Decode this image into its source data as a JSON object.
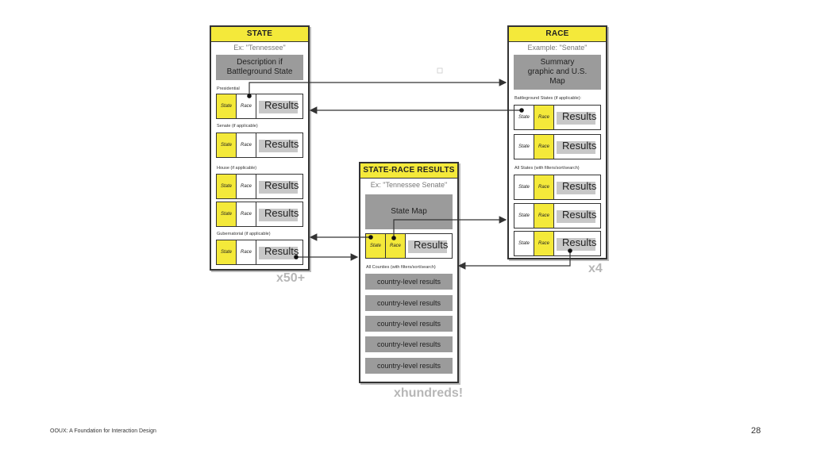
{
  "state_card": {
    "title": "STATE",
    "example": "Ex: \"Tennessee\"",
    "description": "Description if Battleground State",
    "sections": {
      "presidential": "Presidential",
      "senate": "Senate (if applicable)",
      "house": "House (if applicable)",
      "gubernatorial": "Gubernatorial (if applicable)"
    },
    "multiplier": "x50+"
  },
  "race_card": {
    "title": "RACE",
    "example": "Example: \"Senate\"",
    "summary": "Summary graphic and U.S. Map",
    "sections": {
      "battleground": "Battleground States (if applicable):",
      "all_states": "All States (with filters/sort/search)"
    },
    "multiplier": "x4"
  },
  "state_race_card": {
    "title": "STATE-RACE RESULTS",
    "example": "Ex: \"Tennessee Senate\"",
    "map": "State Map",
    "counties_label": "All Counties (with filters/sort/search)",
    "county_rows": [
      "country-level results",
      "country-level results",
      "country-level results",
      "country-level results",
      "country-level results"
    ],
    "multiplier": "xhundreds!"
  },
  "labels": {
    "state": "State",
    "race": "Race",
    "results": "Results"
  },
  "footer": "OOUX: A Foundation for Interaction Design",
  "page_number": "28",
  "colors": {
    "accent": "#f4e93a",
    "gray": "#9b9b9b",
    "line": "#333333"
  }
}
